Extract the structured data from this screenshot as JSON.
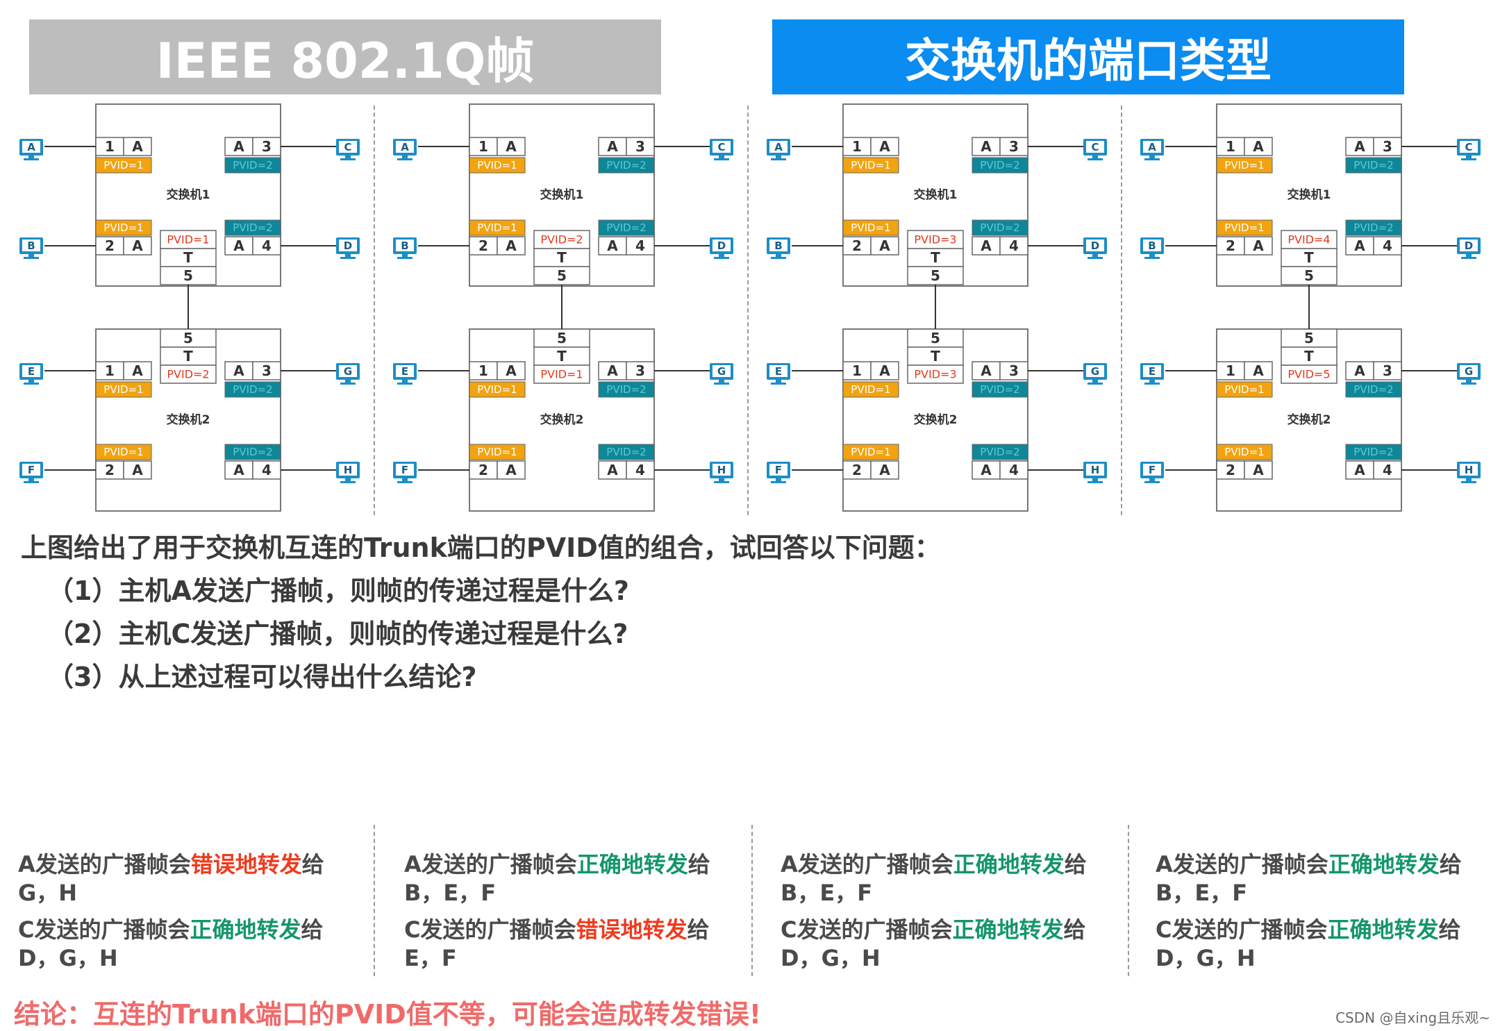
{
  "header": {
    "left_title": "IEEE 802.1Q帧",
    "right_title": "交换机的端口类型"
  },
  "diagram_labels": {
    "switch1": "交换机1",
    "switch2": "交换机2",
    "untagged": "A",
    "trunk": "T",
    "sw1_port1": "1",
    "sw1_port2": "2",
    "sw1_port3": "3",
    "sw1_port4": "4",
    "sw1_trunk_port": "5",
    "sw2_port1": "1",
    "sw2_port2": "2",
    "sw2_port3": "3",
    "sw2_port4": "4",
    "sw2_trunk_port": "5",
    "sw1_port1_pvid": "PVID=1",
    "sw1_port2_pvid": "PVID=1",
    "sw1_port3_pvid": "PVID=2",
    "sw1_port4_pvid": "PVID=2",
    "sw2_port1_pvid": "PVID=1",
    "sw2_port2_pvid": "PVID=1",
    "sw2_port3_pvid": "PVID=2",
    "sw2_port4_pvid": "PVID=2",
    "hosts": [
      "A",
      "B",
      "C",
      "D",
      "E",
      "F",
      "G",
      "H"
    ]
  },
  "diagrams": [
    {
      "sw1_trunk_pvid": "PVID=1",
      "sw2_trunk_pvid": "PVID=2"
    },
    {
      "sw1_trunk_pvid": "PVID=2",
      "sw2_trunk_pvid": "PVID=1"
    },
    {
      "sw1_trunk_pvid": "PVID=3",
      "sw2_trunk_pvid": "PVID=3"
    },
    {
      "sw1_trunk_pvid": "PVID=4",
      "sw2_trunk_pvid": "PVID=5"
    }
  ],
  "colors": {
    "access_pvid1": "#f2a30f",
    "access_pvid2": "#0e8799",
    "trunk_pvid_text": "#e23a1e",
    "host_icon": "#1c8ec8",
    "banner_gray": "#bdbdbd",
    "banner_blue": "#0a8cf0"
  },
  "questions": {
    "intro": "上图给出了用于交换机互连的Trunk端口的PVID值的组合，试回答以下问题：",
    "q1": "（1）主机A发送广播帧，则帧的传递过程是什么?",
    "q2": "（2）主机C发送广播帧，则帧的传递过程是什么?",
    "q3": "（3）从上述过程可以得出什么结论?"
  },
  "answers": [
    {
      "a_prefix": "A发送的广播帧会",
      "a_verdict": "错误地转发",
      "a_verdict_kind": "wrong",
      "a_suffix": "给",
      "a_hosts": "G，H",
      "c_prefix": "C发送的广播帧会",
      "c_verdict": "正确地转发",
      "c_verdict_kind": "right",
      "c_suffix": "给",
      "c_hosts": "D，G，H"
    },
    {
      "a_prefix": "A发送的广播帧会",
      "a_verdict": "正确地转发",
      "a_verdict_kind": "right",
      "a_suffix": "给",
      "a_hosts": "B，E，F",
      "c_prefix": "C发送的广播帧会",
      "c_verdict": "错误地转发",
      "c_verdict_kind": "wrong",
      "c_suffix": "给",
      "c_hosts": "E，F"
    },
    {
      "a_prefix": "A发送的广播帧会",
      "a_verdict": "正确地转发",
      "a_verdict_kind": "right",
      "a_suffix": "给",
      "a_hosts": "B，E，F",
      "c_prefix": "C发送的广播帧会",
      "c_verdict": "正确地转发",
      "c_verdict_kind": "right",
      "c_suffix": "给",
      "c_hosts": "D，G，H"
    },
    {
      "a_prefix": "A发送的广播帧会",
      "a_verdict": "正确地转发",
      "a_verdict_kind": "right",
      "a_suffix": "给",
      "a_hosts": "B，E，F",
      "c_prefix": "C发送的广播帧会",
      "c_verdict": "正确地转发",
      "c_verdict_kind": "right",
      "c_suffix": "给",
      "c_hosts": "D，G，H"
    }
  ],
  "conclusion": "结论：互连的Trunk端口的PVID值不等，可能会造成转发错误!",
  "watermark": "CSDN @自xing且乐观~"
}
